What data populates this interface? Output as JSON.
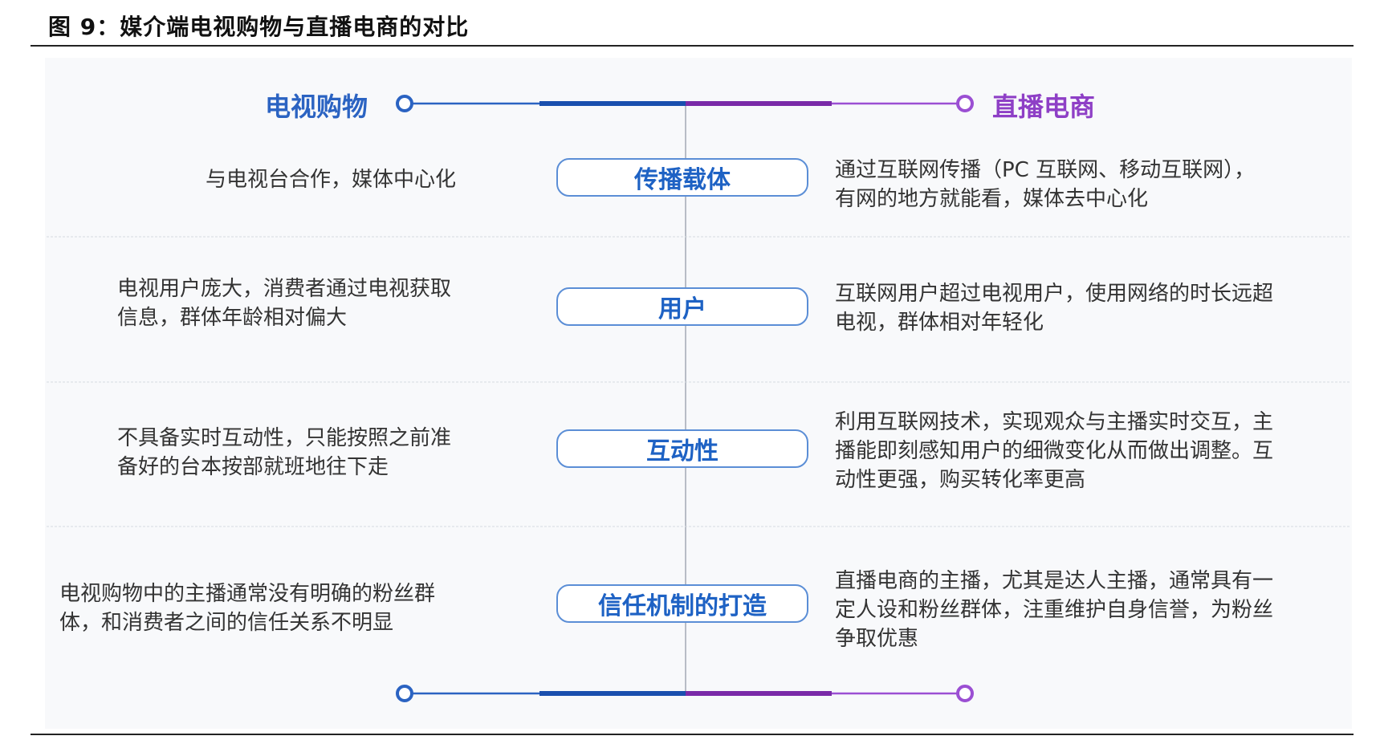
{
  "figure": {
    "title": "图 9：媒介端电视购物与直播电商的对比"
  },
  "header": {
    "left_label": "电视购物",
    "right_label": "直播电商",
    "left_color": "#2b63c2",
    "right_color": "#8e3fc6"
  },
  "rows": [
    {
      "category": "传播载体",
      "left_lines": [
        "与电视台合作，媒体中心化"
      ],
      "right_lines": [
        "通过互联网传播（PC 互联网、移动互联网），",
        "有网的地方就能看，媒体去中心化"
      ]
    },
    {
      "category": "用户",
      "left_lines": [
        "电视用户庞大，消费者通过电视获取",
        "信息，群体年龄相对偏大"
      ],
      "right_lines": [
        "互联网用户超过电视用户，使用网络的时长远超",
        "电视，群体相对年轻化"
      ]
    },
    {
      "category": "互动性",
      "left_lines": [
        "不具备实时互动性，只能按照之前准",
        "备好的台本按部就班地往下走"
      ],
      "right_lines": [
        "利用互联网技术，实现观众与主播实时交互，主",
        "播能即刻感知用户的细微变化从而做出调整。互",
        "动性更强，购买转化率更高"
      ]
    },
    {
      "category": "信任机制的打造",
      "left_lines": [
        "电视购物中的主播通常没有明确的粉丝群",
        "体，和消费者之间的信任关系不明显"
      ],
      "right_lines": [
        "直播电商的主播，尤其是达人主播，通常具有一",
        "定人设和粉丝群体，注重维护自身信誉，为粉丝",
        "争取优惠"
      ]
    }
  ]
}
